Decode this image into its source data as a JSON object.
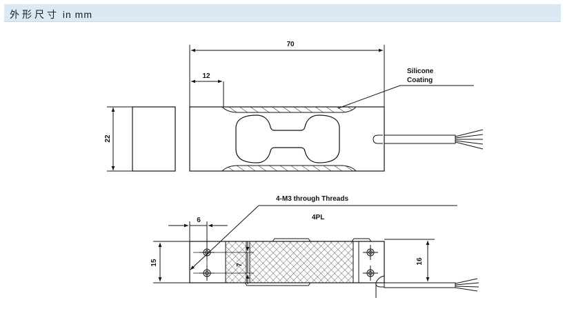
{
  "header": {
    "title_cn": "外形尺寸",
    "title_unit": "in mm",
    "background": "#dbe9f4"
  },
  "top_view": {
    "dimensions": {
      "overall_length": "70",
      "pad_offset": "12",
      "height": "22"
    },
    "callout": {
      "line1": "Silicone",
      "line2": "Coating"
    }
  },
  "bottom_view": {
    "dimensions": {
      "hole_offset": "6",
      "height_left": "15",
      "hole_spacing": "7",
      "height_right": "16"
    },
    "callout": {
      "line1": "4-M3 through Threads",
      "line2": "4PL"
    }
  },
  "colors": {
    "line": "#111111",
    "background": "#ffffff"
  }
}
